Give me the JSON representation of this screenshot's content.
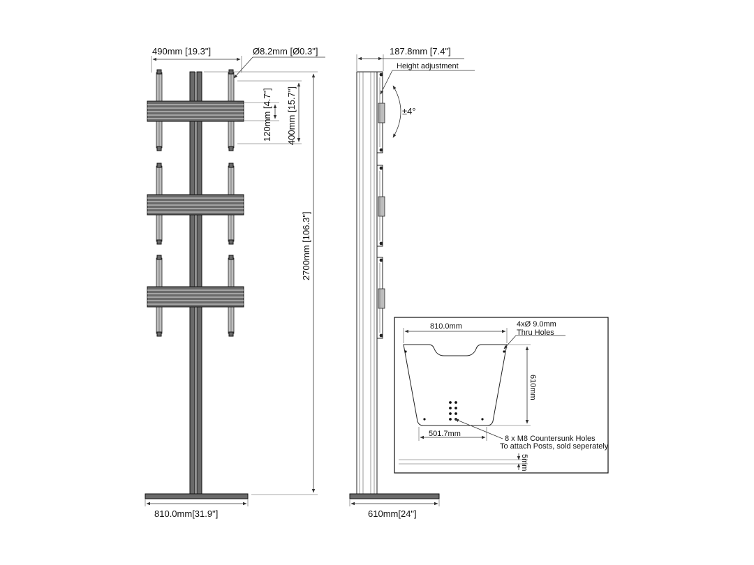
{
  "front_view": {
    "width_mm": "490mm [19.3\"]",
    "hole_diameter": "Ø8.2mm [Ø0.3\"]",
    "small_offset": "120mm [4.7\"]",
    "bracket_height": "400mm [15.7\"]",
    "total_height": "2700mm [106.3\"]",
    "base_width": "810.0mm[31.9\"]",
    "bracket_count": 3
  },
  "side_view": {
    "depth": "187.8mm [7.4\"]",
    "height_adjustment": "Height adjustment",
    "tilt": "±4°",
    "base_depth": "610mm[24\"]"
  },
  "base_plate_detail": {
    "width": "810.0mm",
    "thru_holes_line1": "4xØ 9.0mm",
    "thru_holes_line2": "Thru Holes",
    "depth": "610mm",
    "inner_offset": "501.7mm",
    "countersunk_line1": "8 x M8 Countersunk Holes",
    "countersunk_line2": "To attach Posts, sold seperately",
    "thickness": "5mm"
  }
}
